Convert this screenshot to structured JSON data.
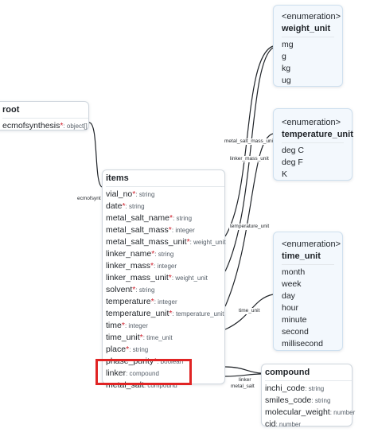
{
  "root": {
    "title": "root",
    "fields": [
      {
        "name": "ecmofsynthesis",
        "required": true,
        "type": "object[]"
      }
    ]
  },
  "items": {
    "title": "items",
    "fields": [
      {
        "name": "vial_no",
        "required": true,
        "type": "string"
      },
      {
        "name": "date",
        "required": true,
        "type": "string"
      },
      {
        "name": "metal_salt_name",
        "required": true,
        "type": "string"
      },
      {
        "name": "metal_salt_mass",
        "required": true,
        "type": "integer"
      },
      {
        "name": "metal_salt_mass_unit",
        "required": true,
        "type": "weight_unit"
      },
      {
        "name": "linker_name",
        "required": true,
        "type": "string"
      },
      {
        "name": "linker_mass",
        "required": true,
        "type": "integer"
      },
      {
        "name": "linker_mass_unit",
        "required": true,
        "type": "weight_unit"
      },
      {
        "name": "solvent",
        "required": true,
        "type": "string"
      },
      {
        "name": "temperature",
        "required": true,
        "type": "integer"
      },
      {
        "name": "temperature_unit",
        "required": true,
        "type": "temperature_unit"
      },
      {
        "name": "time",
        "required": true,
        "type": "integer"
      },
      {
        "name": "time_unit",
        "required": true,
        "type": "time_unit"
      },
      {
        "name": "place",
        "required": true,
        "type": "string"
      },
      {
        "name": "phase_purity",
        "required": true,
        "type": "boolean"
      },
      {
        "name": "linker",
        "required": false,
        "type": "compound"
      },
      {
        "name": "metal_salt",
        "required": false,
        "type": "compound"
      }
    ]
  },
  "weight_unit": {
    "stereotype": "<enumeration>",
    "title": "weight_unit",
    "values": [
      "mg",
      "g",
      "kg",
      "ug"
    ]
  },
  "temperature_unit": {
    "stereotype": "<enumeration>",
    "title": "temperature_unit",
    "values": [
      "deg C",
      "deg F",
      "K"
    ]
  },
  "time_unit": {
    "stereotype": "<enumeration>",
    "title": "time_unit",
    "values": [
      "month",
      "week",
      "day",
      "hour",
      "minute",
      "second",
      "millisecond"
    ]
  },
  "compound": {
    "title": "compound",
    "fields": [
      {
        "name": "inchi_code",
        "required": false,
        "type": "string"
      },
      {
        "name": "smiles_code",
        "required": false,
        "type": "string"
      },
      {
        "name": "molecular_weight",
        "required": false,
        "type": "number"
      },
      {
        "name": "cid",
        "required": false,
        "type": "number"
      }
    ]
  },
  "edges": {
    "ecmofsynt": "ecmofsynt",
    "metal_salt_mass_unit": "metal_salt_mass_unit",
    "linker_mass_unit": "linker_mass_unit",
    "temperature_unit": "temperature_unit",
    "time_unit": "time_unit",
    "linker": "linker",
    "metal_salt": "metal_salt"
  },
  "colors": {
    "required_marker": "#cf222e",
    "enum_background": "#f3f8fd",
    "highlight": "#e02424"
  }
}
